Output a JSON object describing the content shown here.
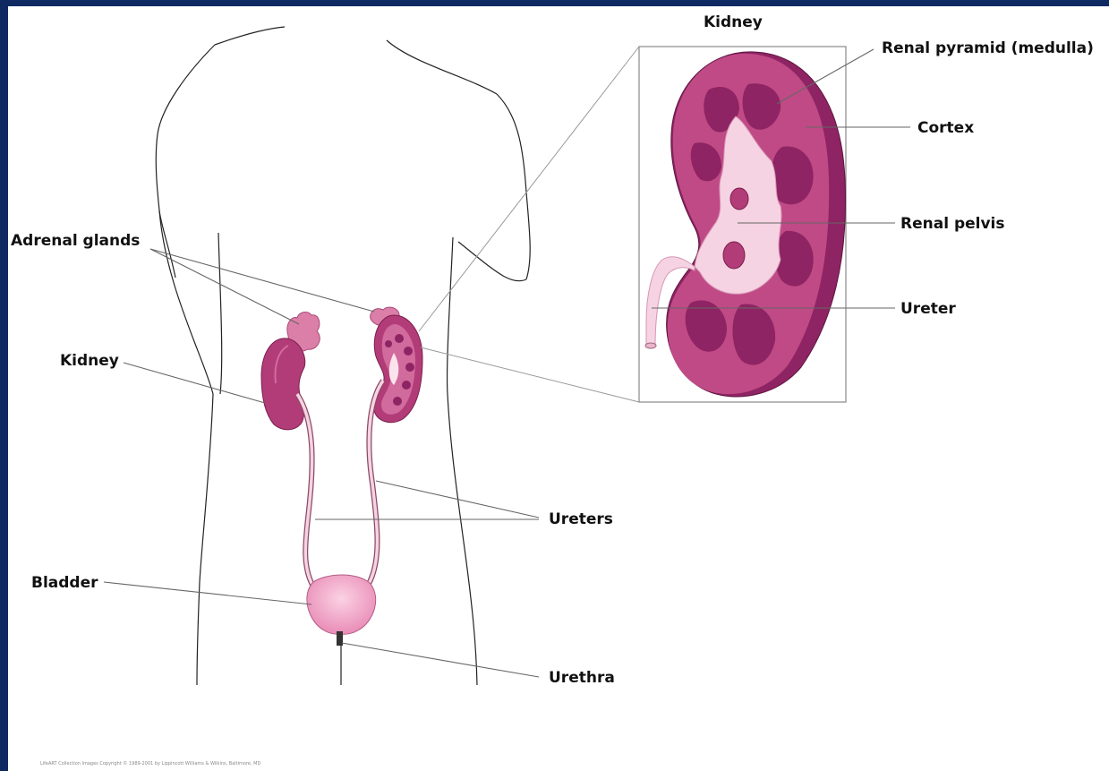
{
  "diagram": {
    "inset_title": "Kidney",
    "labels": {
      "adrenal_glands": "Adrenal glands",
      "kidney": "Kidney",
      "bladder": "Bladder",
      "ureters": "Ureters",
      "urethra": "Urethra",
      "renal_pyramid": "Renal pyramid (medulla)",
      "cortex": "Cortex",
      "renal_pelvis": "Renal pelvis",
      "ureter": "Ureter"
    },
    "copyright": "LifeART Collection Images Copyright © 1989-2001 by Lippincott Williams & Wilkins, Baltimore, MD"
  },
  "colors": {
    "background": "#0f2a63",
    "kidney_dark": "#a8326f",
    "kidney_mid": "#c44d8a",
    "pyramid": "#8e2463",
    "pelvis": "#f6d3e2",
    "bladder": "#f2a6c9",
    "adrenal": "#dc7fa8"
  }
}
